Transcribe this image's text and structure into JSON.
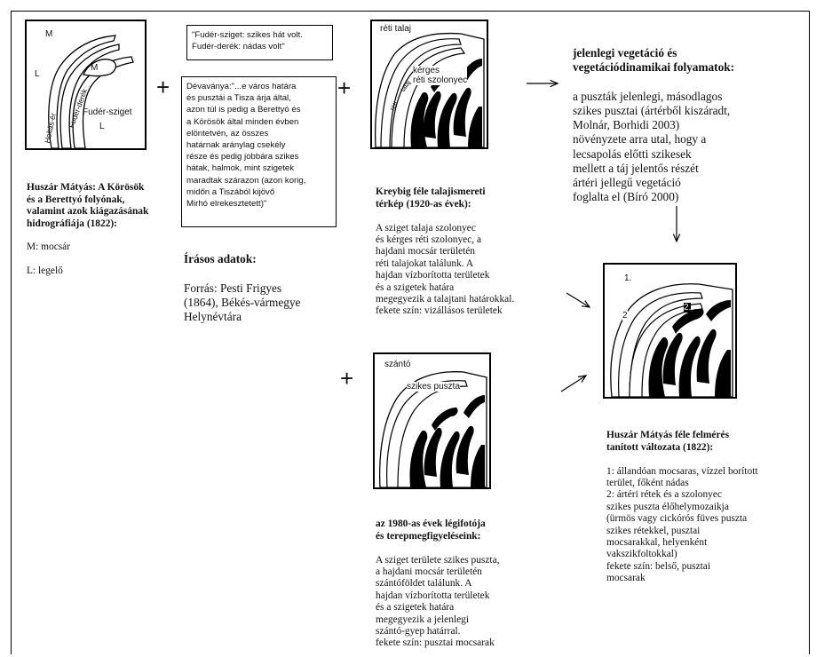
{
  "map1": {
    "label_m_top": "M",
    "label_l_left": "L",
    "label_m_inner": "M",
    "label_island": "Fudér-sziget",
    "label_l_island": "L",
    "strip_text_1": "Holtás-ér",
    "strip_text_2": "Fudér-derék"
  },
  "caption1": {
    "title": "Huszár Mátyás: A Körösök\nés a Berettyó folyónak,\nvalamint azok kiágazásának\nhidrográfiája (1822):",
    "legend_m": "M: mocsár",
    "legend_l": "L: legelő"
  },
  "plus_signs": [
    "+",
    "+",
    "+"
  ],
  "quote1": "\"Fudér-sziget: szikes hát volt.\nFudér-derék: nádas volt\"",
  "quote2": "Dévaványa:\"...e város határa\nés pusztái a Tisza árja által,\nazon túl is pedig a Berettyó és\na Körösök által minden évben\nelöntetvén, az összes\nhatárnak aránylag csekély\nrésze és pedig jobbára szikes\nhátak, halmok, mint szigetek\nmaradtak szárazon (azon korig,\nmidőn a Tiszából kijövő\nMirhó elrekesztetett)\"",
  "caption_written": {
    "title": "Írásos adatok:",
    "body": "Forrás: Pesti Frigyes\n(1864), Békés-vármegye\nHelynévtára"
  },
  "map2": {
    "label_reti": "réti talaj",
    "label_kerges": "kérges\nréti szolonyec",
    "strip_text_1": "réti",
    "strip_text_2": "talaj"
  },
  "caption2": {
    "title": "Kreybig féle talajismereti\ntérkép (1920-as évek):",
    "body": "A sziget talaja szolonyec\nés kérges réti szolonyec, a\nhajdani mocsár területén\nréti talajokat találunk. A\nhajdan vízborította területek\nés a szigetek határa\nmegegyezik a talajtani határokkal.\nfekete szín: vizállásos területek"
  },
  "vegetation": {
    "title": "jelenlegi vegetáció és\nvegetációdinamikai folyamatok:",
    "body": "a puszták jelenlegi, másodlagos\nszikes pusztai (ártérből kiszáradt,\nMolnár, Borhidi 2003)\nnövényzete arra utal, hogy a\nlecsapolás előtti szikesek\nmellett a táj jelentős részét\nártéri jellegű vegetáció\nfoglalta el  (Bíró 2000)"
  },
  "map3": {
    "label_szanto": "szántó",
    "label_szikes": "szikes puszta"
  },
  "caption3": {
    "title": "az 1980-as évek légifotója\nés terepmegfigyeléseink:",
    "body": "A sziget területe szikes puszta,\na hajdani mocsár területén\nszántóföldet találunk. A\nhajdan vízborította területek\nés a szigetek határa\nmegegyezik a jelenlegi\nszántó-gyep határral.\nfekete szín: pusztai mocsarak"
  },
  "map4": {
    "label_1": "1.",
    "label_2_inner": "2.",
    "label_2_left": "2"
  },
  "caption4": {
    "title": "Huszár Mátyás féle felmérés\ntanított változata (1822):",
    "body": "1: állandóan mocsaras, vízzel borított\nterület, főként nádas\n2: ártéri rétek és a szolonyec\nszikes puszta élőhelymozaikja\n(ürmös vagy cickórós füves puszta\nszikes rétekkel, pusztai\nmocsarakkal, helyenként\nvakszikfoltokkal)\nfekete szín: belső, pusztai\nmocsarak"
  }
}
